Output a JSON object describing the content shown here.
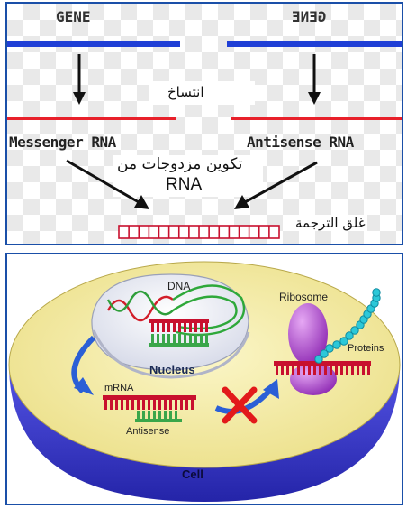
{
  "top_panel": {
    "gene_left": "GENE",
    "gene_right": "GENE",
    "transcription": "انتساخ",
    "messenger_rna": "Messenger RNA",
    "antisense_rna": "Antisense RNA",
    "duplex_line1": "تكوين مزدوجات من",
    "duplex_line2": "RNA",
    "translation_block": "غلق الترجمة"
  },
  "bottom_panel": {
    "dna": "DNA",
    "ribosome": "Ribosome",
    "proteins": "Proteins",
    "nucleus": "Nucleus",
    "mrna": "mRNA",
    "antisense": "Antisense",
    "cell": "Cell"
  },
  "colors": {
    "dna_strand": "#1f3fd6",
    "rna_strand": "#e8202a",
    "arrow": "#111111",
    "cell_membrane": "#3a3ad0",
    "cytoplasm": "#f2ea9c",
    "mrna": "#c8102e",
    "antisense": "#3aa64a",
    "ribosome": "#a640c8",
    "protein_chain": "#28c8d8",
    "block_x": "#e21a1a"
  }
}
